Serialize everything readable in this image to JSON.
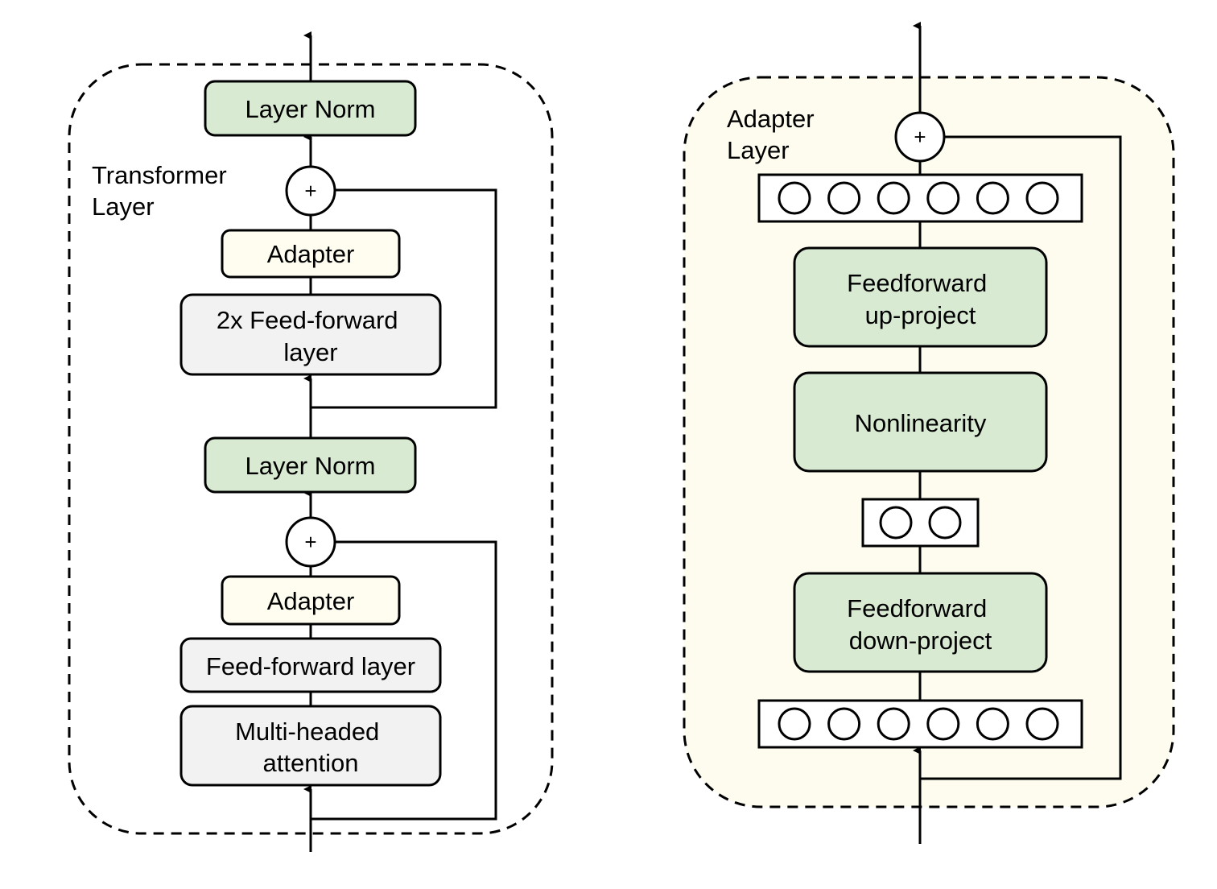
{
  "transformer_layer": {
    "label_lines": [
      "Transformer",
      "Layer"
    ],
    "blocks": {
      "layer_norm_top": [
        "Layer Norm"
      ],
      "adapter_top": [
        "Adapter"
      ],
      "ffn_2x": [
        "2x Feed-forward",
        "layer"
      ],
      "layer_norm_bottom": [
        "Layer Norm"
      ],
      "adapter_bottom": [
        "Adapter"
      ],
      "ffn": [
        "Feed-forward layer"
      ],
      "attention": [
        "Multi-headed",
        "attention"
      ]
    },
    "sum_symbol": "+"
  },
  "adapter_layer": {
    "label_lines": [
      "Adapter",
      "Layer"
    ],
    "blocks": {
      "up_project": [
        "Feedforward",
        "up-project"
      ],
      "nonlinearity": [
        "Nonlinearity"
      ],
      "down_project": [
        "Feedforward",
        "down-project"
      ]
    },
    "sum_symbol": "+",
    "top_vector_units": 6,
    "bottleneck_units": 2,
    "bottom_vector_units": 6
  },
  "colors": {
    "layer_norm_fill": "#d9ead3",
    "adapter_fill": "#fefdf0",
    "ffn_fill": "#f2f2f2",
    "adapter_panel_fill": "#fdfcef",
    "stroke": "#000000"
  }
}
